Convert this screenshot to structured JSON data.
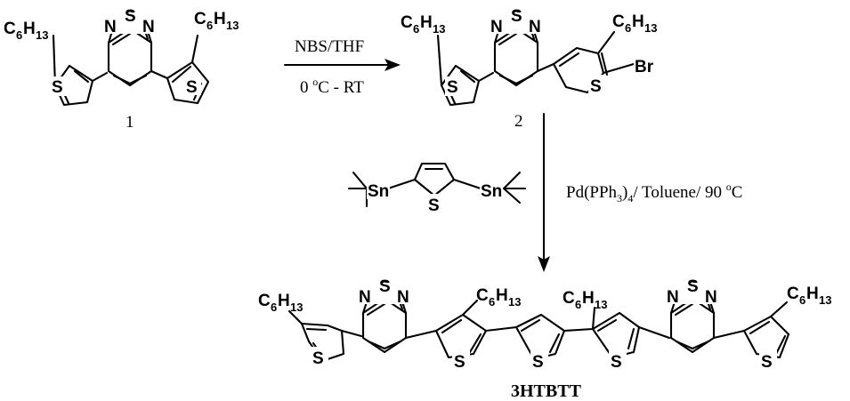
{
  "atoms": {
    "sulfur": "S",
    "nitrogen": "N",
    "bromine": "Br",
    "tin": "Sn",
    "alkyl_main": "C",
    "alkyl_h": "H",
    "alkyl_c_count": "6",
    "alkyl_h_count": "13"
  },
  "compounds": {
    "compound_1_label": "1",
    "compound_2_label": "2",
    "product_label": "3HTBTT"
  },
  "reactions": {
    "step1_reagent": "NBS/THF",
    "step1_temp_prefix": "0 ",
    "step1_temp_degree": "o",
    "step1_temp_suffix": "C - RT",
    "step2_part_a": "Pd(PPh",
    "step2_sub3": "3",
    "step2_part_b": ")",
    "step2_sub4": "4",
    "step2_part_c": "/ Toluene/ 90 ",
    "step2_degree": "o",
    "step2_part_d": "C"
  }
}
